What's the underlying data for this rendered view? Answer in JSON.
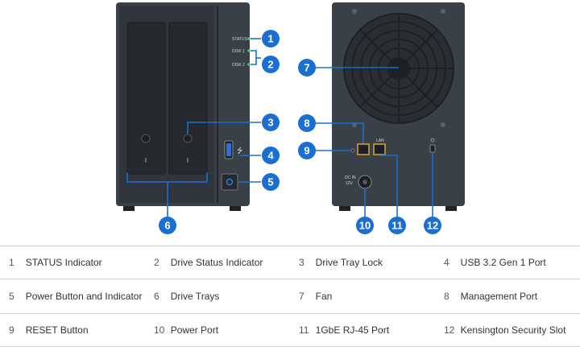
{
  "device_labels": {
    "status": "STATUS",
    "disk1": "DISK 1",
    "disk2": "DISK 2",
    "lan": "LAN",
    "dc_in": "DC IN",
    "dc_volt": "12V"
  },
  "callouts": [
    "1",
    "2",
    "3",
    "4",
    "5",
    "6",
    "7",
    "8",
    "9",
    "10",
    "11",
    "12"
  ],
  "legend": [
    {
      "num": "1",
      "label": "STATUS Indicator"
    },
    {
      "num": "2",
      "label": "Drive Status Indicator"
    },
    {
      "num": "3",
      "label": "Drive Tray Lock"
    },
    {
      "num": "4",
      "label": "USB 3.2 Gen 1 Port"
    },
    {
      "num": "5",
      "label": "Power Button and Indicator"
    },
    {
      "num": "6",
      "label": "Drive Trays"
    },
    {
      "num": "7",
      "label": "Fan"
    },
    {
      "num": "8",
      "label": "Management Port"
    },
    {
      "num": "9",
      "label": "RESET Button"
    },
    {
      "num": "10",
      "label": "Power Port"
    },
    {
      "num": "11",
      "label": "1GbE RJ-45 Port"
    },
    {
      "num": "12",
      "label": "Kensington Security Slot"
    }
  ],
  "colors": {
    "chassis": "#34393f",
    "callout": "#1a6fd1",
    "led": "#3fd17a",
    "port": "#d9a233"
  }
}
